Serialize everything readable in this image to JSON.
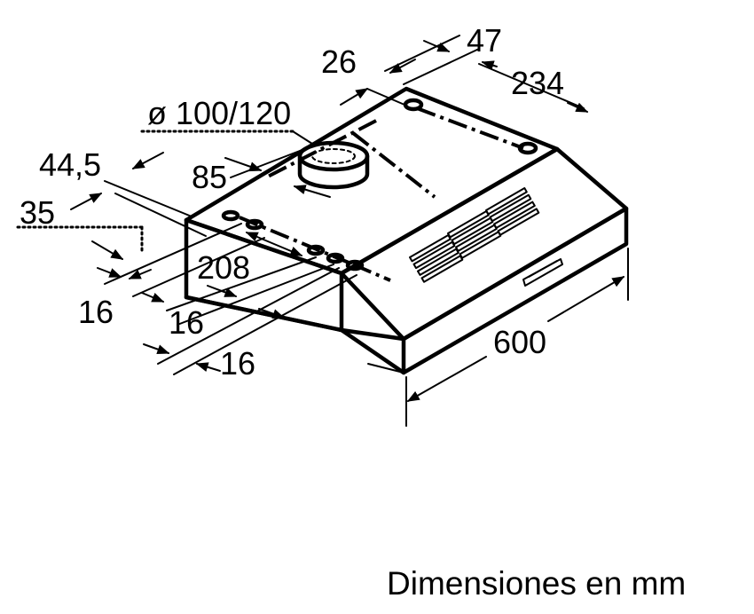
{
  "diagram": {
    "labels": {
      "d47": "47",
      "d26": "26",
      "d234": "234",
      "duct": "ø 100/120",
      "d44_5": "44,5",
      "d85": "85",
      "d35": "35",
      "d208": "208",
      "d16a": "16",
      "d16b": "16",
      "d16c": "16",
      "d600": "600"
    },
    "caption": "Dimensiones en mm"
  }
}
